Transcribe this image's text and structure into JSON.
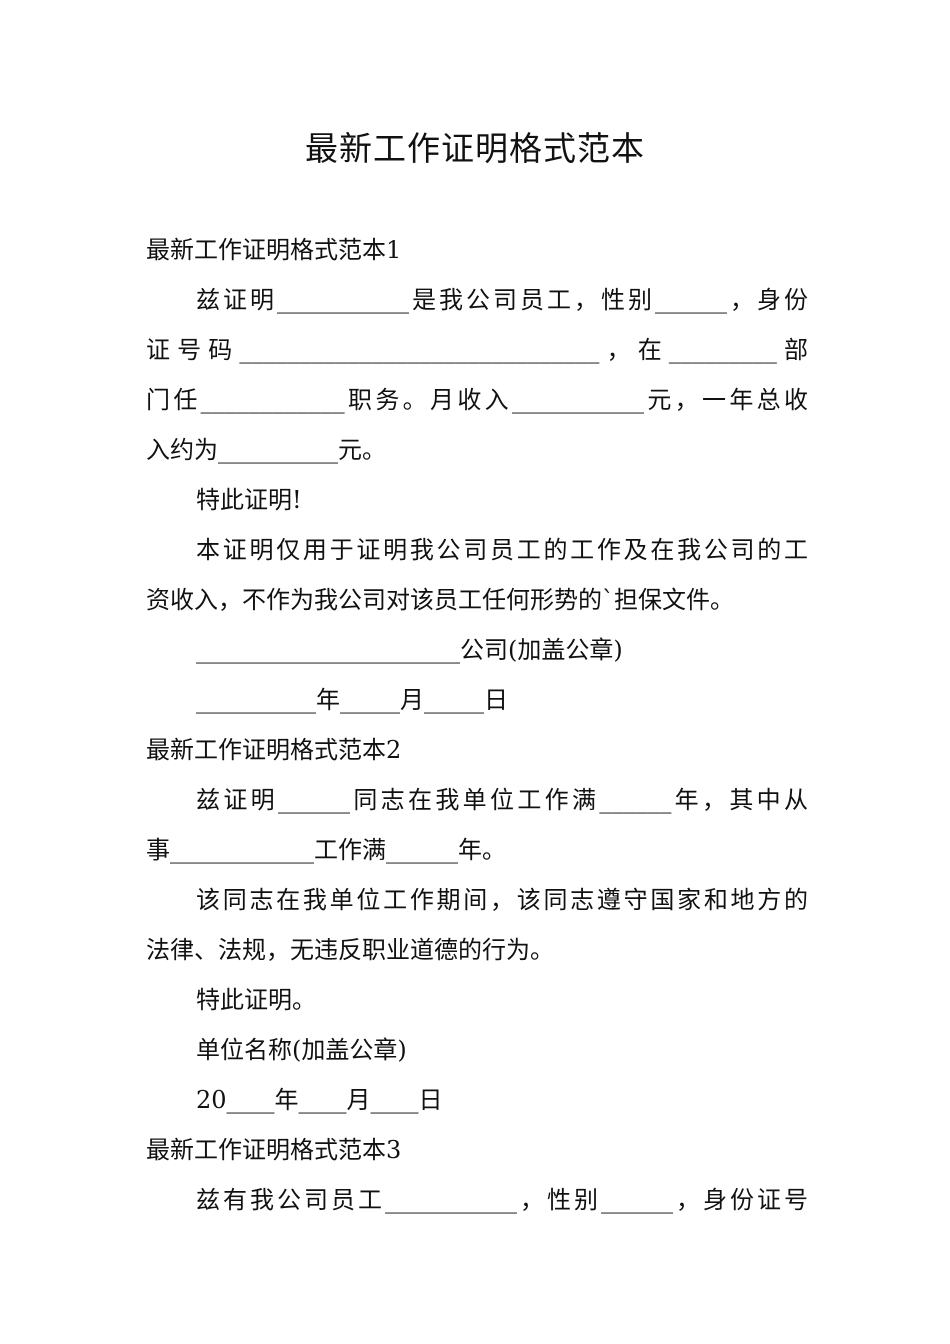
{
  "document": {
    "title": "最新工作证明格式范本",
    "lines": [
      "最新工作证明格式范本1",
      "兹证明___________是我公司员工，性别______，身份",
      "证号码______________________________，在_________部",
      "门任____________职务。月收入___________元，一年总收",
      "入约为__________元。",
      "特此证明!",
      "本证明仅用于证明我公司员工的工作及在我公司的工",
      "资收入，不作为我公司对该员工任何形势的`担保文件。",
      "______________________公司(加盖公章)",
      "__________年_____月_____日",
      "最新工作证明格式范本2",
      "兹证明______同志在我单位工作满______年，其中从",
      "事____________工作满______年。",
      "该同志在我单位工作期间，该同志遵守国家和地方的",
      "法律、法规，无违反职业道德的行为。",
      "特此证明。",
      "单位名称(加盖公章)",
      "20____年____月____日",
      "最新工作证明格式范本3",
      "兹有我公司员工___________，性别______，身份证号"
    ]
  }
}
